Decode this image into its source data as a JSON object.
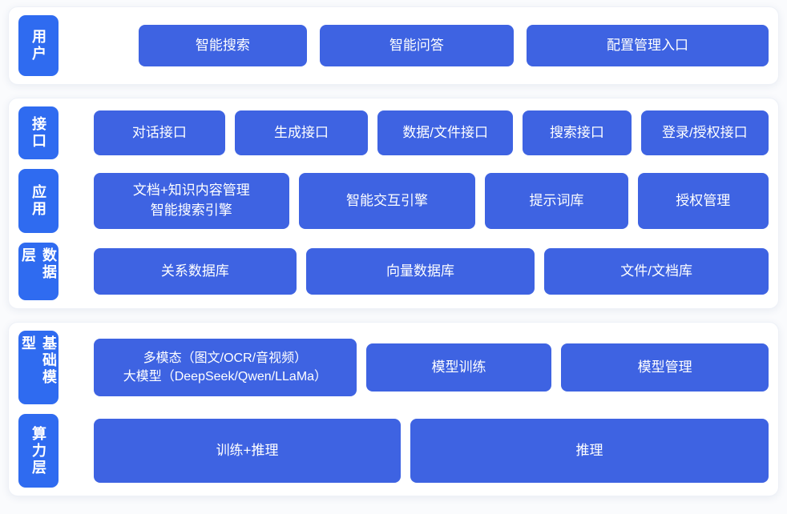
{
  "colors": {
    "node": "#3E63E2",
    "label": "#2F6BF0",
    "card": "#ffffff",
    "background": "#fafbfd"
  },
  "layers": {
    "user": {
      "label": "用户",
      "nodes": {
        "search": "智能搜索",
        "qa": "智能问答",
        "config": "配置管理入口"
      }
    },
    "interface": {
      "label": "接口",
      "nodes": {
        "dialog": "对话接口",
        "generate": "生成接口",
        "data_file": "数据/文件接口",
        "search": "搜索接口",
        "login_auth": "登录/授权接口"
      }
    },
    "application": {
      "label": "应用",
      "nodes": {
        "doc_engine": "文档+知识内容管理\n智能搜索引擎",
        "interactive": "智能交互引擎",
        "prompt": "提示词库",
        "auth": "授权管理"
      }
    },
    "data": {
      "label": "数据层",
      "nodes": {
        "relational": "关系数据库",
        "vector": "向量数据库",
        "file_doc": "文件/文档库"
      }
    },
    "foundation": {
      "label": "基础模型",
      "nodes": {
        "multimodal": "多模态（图文/OCR/音视频）\n大模型（DeepSeek/Qwen/LLaMa）",
        "training": "模型训练",
        "management": "模型管理"
      }
    },
    "compute": {
      "label": "算力层",
      "nodes": {
        "train_infer": "训练+推理",
        "infer": "推理"
      }
    }
  }
}
